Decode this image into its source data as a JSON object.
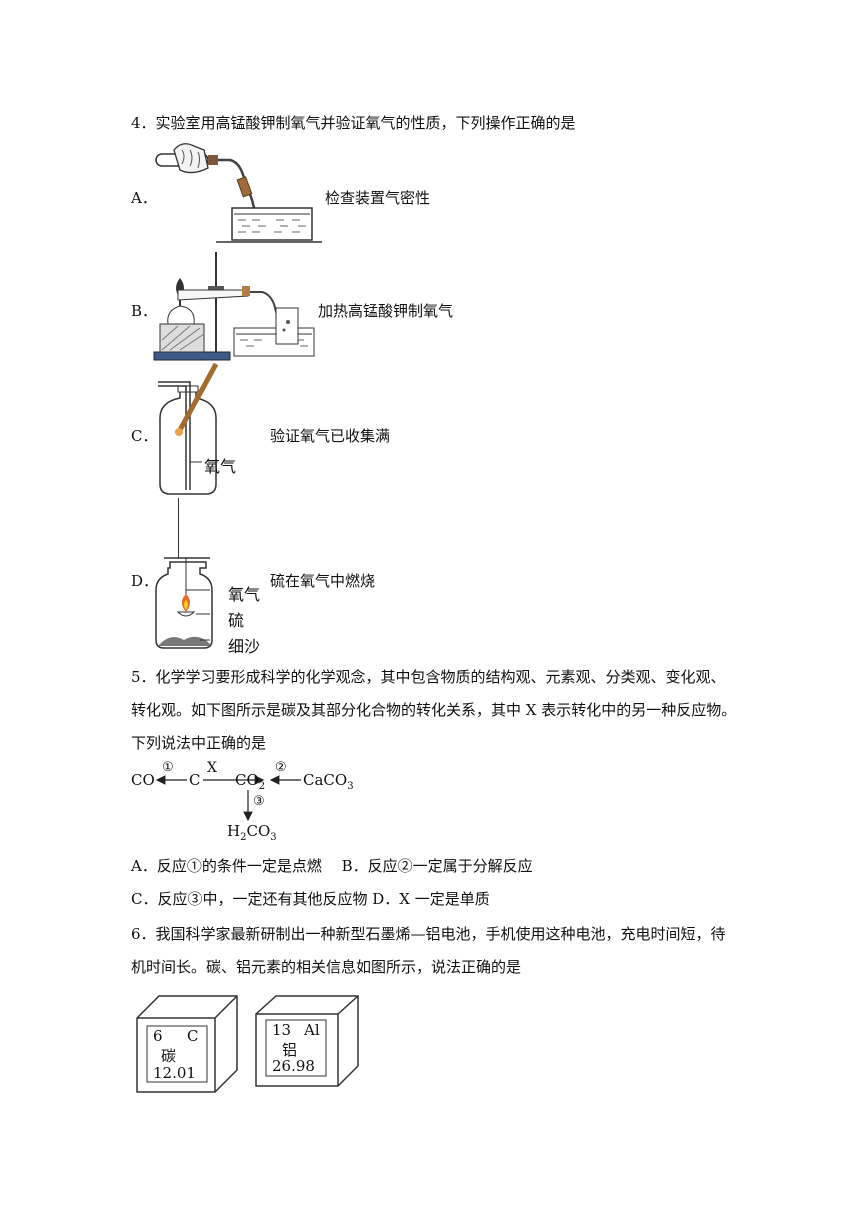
{
  "q4": {
    "stem": "4．实验室用高锰酸钾制氧气并验证氧气的性质，下列操作正确的是",
    "options": [
      {
        "label": "A．",
        "caption": "检查装置气密性"
      },
      {
        "label": "B．",
        "caption": "加热高锰酸钾制氧气"
      },
      {
        "label": "C．",
        "caption": "验证氧气已收集满",
        "figure_label": "氧气"
      },
      {
        "label": "D．",
        "caption": "硫在氧气中燃烧",
        "figure_labels": [
          "氧气",
          "硫",
          "细沙"
        ]
      }
    ]
  },
  "q5": {
    "stem_lines": [
      "5．化学学习要形成科学的化学观念，其中包含物质的结构观、元素观、分类观、变化观、",
      "转化观。如下图所示是碳及其部分化合物的转化关系，其中 X 表示转化中的另一种反应物。",
      "下列说法中正确的是"
    ],
    "diagram": {
      "co": "CO",
      "c": "C",
      "co2": "CO",
      "co2_sub": "2",
      "caco3": "CaCO",
      "caco3_sub": "3",
      "h2co3_h": "H",
      "h2co3_sub1": "2",
      "h2co3_co": "CO",
      "h2co3_sub2": "3",
      "x": "X",
      "r1": "①",
      "r2": "②",
      "r3": "③"
    },
    "options_line1": "A．反应①的条件一定是点燃　 B．反应②一定属于分解反应",
    "options_line2": "C．反应③中，一定还有其他反应物 D．X 一定是单质"
  },
  "q6": {
    "stem_lines": [
      "6．我国科学家最新研制出一种新型石墨烯—铝电池，手机使用这种电池，充电时间短，待",
      "机时间长。碳、铝元素的相关信息如图所示，说法正确的是"
    ],
    "elements": [
      {
        "number": "6",
        "symbol": "C",
        "name": "碳",
        "mass": "12.01"
      },
      {
        "number": "13",
        "symbol": "Al",
        "name": "铝",
        "mass": "26.98"
      }
    ]
  }
}
